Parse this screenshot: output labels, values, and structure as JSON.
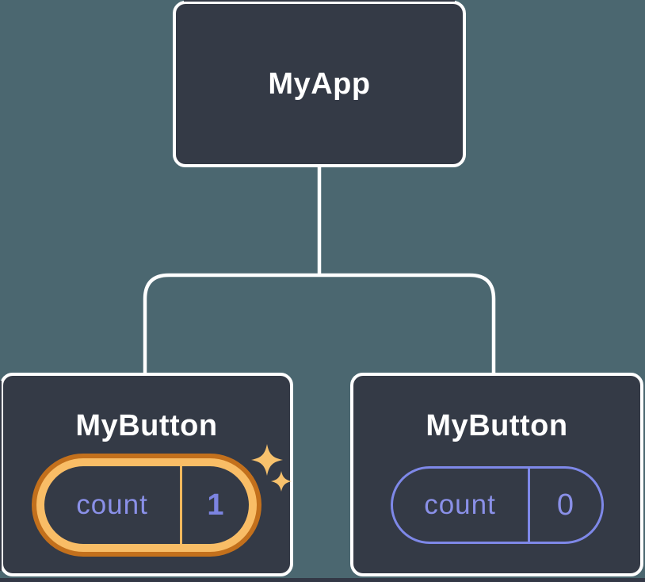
{
  "colors": {
    "canvas_background": "#4B6770",
    "node_background": "#343A46",
    "node_border": "#FFFFFF",
    "connector": "#FFFFFF",
    "node_label_text": "#FFFFFF",
    "state_text_purple": "#8A90E8",
    "state_value_highlight": "#7C84E1",
    "state_outline_purple": "#7E88E8",
    "highlight_ring_fill": "#F9BD66",
    "highlight_ring_border": "#C3701C",
    "gold_divider": "#F6B85C",
    "sparkle": "#F8C26D",
    "edge_strip": "#333846"
  },
  "tree": {
    "root": {
      "label": "MyApp"
    },
    "children": [
      {
        "label": "MyButton",
        "highlighted": true,
        "accent": "gold",
        "state": {
          "key": "count",
          "value": "1"
        }
      },
      {
        "label": "MyButton",
        "highlighted": false,
        "accent": "purple",
        "state": {
          "key": "count",
          "value": "0"
        }
      }
    ]
  },
  "icons": {
    "sparkle": "four-point-star"
  }
}
